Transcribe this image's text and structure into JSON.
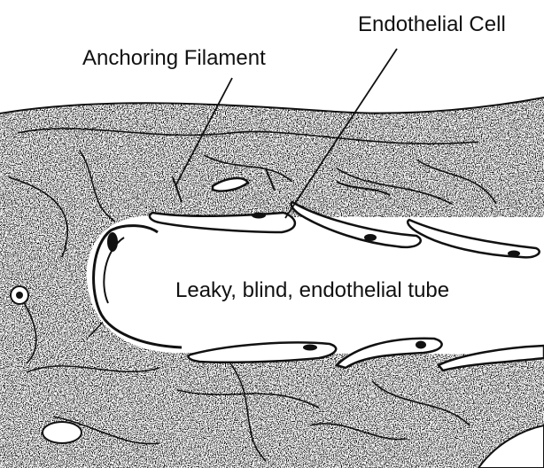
{
  "labels": {
    "endothelial_cell": "Endothelial Cell",
    "anchoring_filament": "Anchoring Filament",
    "tube": "Leaky, blind, endothelial tube"
  }
}
